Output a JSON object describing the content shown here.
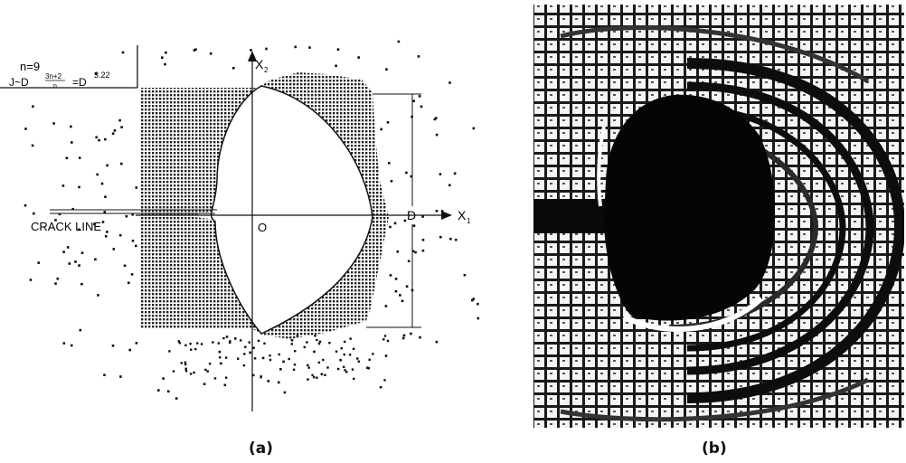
{
  "panel_a": {
    "params": {
      "n_line": "n=9",
      "j_prefix": "J~D",
      "exp_num": "3n+2",
      "exp_den": "n",
      "equals": "=D",
      "exp_value": "3.22"
    },
    "axis_x2": "X",
    "axis_x2_sub": "2",
    "axis_x1": "X",
    "axis_x1_sub": "1",
    "origin_label": "O",
    "dimension_label": "D",
    "crack_label": "CRACK LINE",
    "caption": "(a)"
  },
  "panel_b": {
    "caption": "(b)"
  },
  "colors": {
    "ink": "#111111",
    "paper": "#ffffff"
  }
}
